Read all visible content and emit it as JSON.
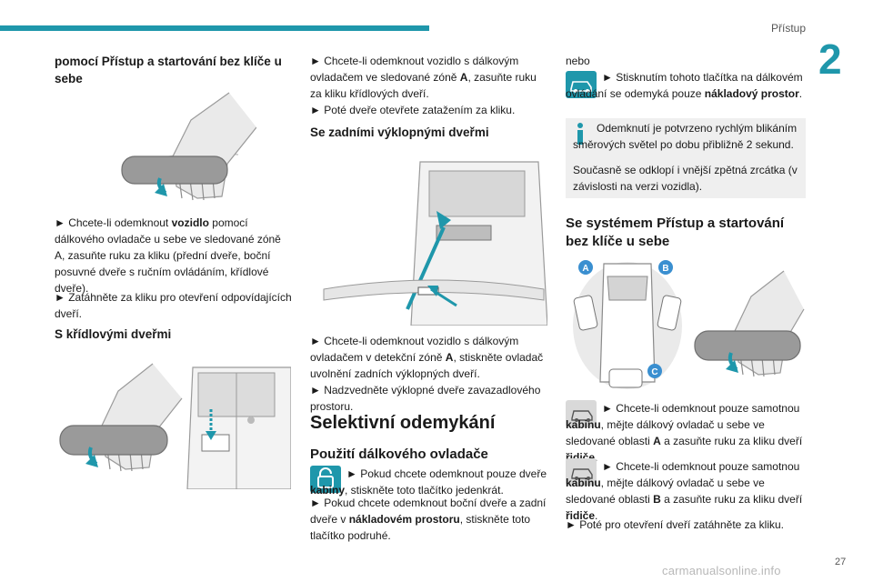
{
  "header": {
    "section": "Přístup",
    "chapter": "2",
    "page": "27"
  },
  "watermark": "carmanualsonline.info",
  "col1": {
    "heading": "pomocí Přístup a startování bez klíče u sebe",
    "para1_a": "► Chcete-li odemknout ",
    "para1_b": "vozidlo",
    "para1_c": " pomocí dálkového ovladače u sebe ve sledované zóně A, zasuňte ruku za kliku (přední dveře, boční posuvné dveře s ručním ovládáním, křídlové dveře).",
    "para2": "► Zatáhněte za kliku pro otevření odpovídajících dveří.",
    "heading2": "S křídlovými dveřmi"
  },
  "col2": {
    "para1_a": "► Chcete-li odemknout vozidlo s dálkovým ovladačem ve sledované zóně ",
    "para1_b": "A",
    "para1_c": ", zasuňte ruku za kliku křídlových dveří.",
    "para2": "► Poté dveře otevřete zatažením za kliku.",
    "heading": "Se zadními výklopnými dveřmi",
    "para3_a": "► Chcete-li odemknout vozidlo s dálkovým ovladačem v detekční zóně ",
    "para3_b": "A",
    "para3_c": ", stiskněte ovladač uvolnění zadních výklopných dveří.",
    "para4": "► Nadzvedněte výklopné dveře zavazadlového prostoru.",
    "big_heading": "Selektivní odemykání",
    "sub_heading": "Použití dálkového ovladače",
    "para5_a": "► Pokud chcete odemknout pouze dveře ",
    "para5_b": "kabiny",
    "para5_c": ", stiskněte toto tlačítko jedenkrát.",
    "para6_a": "► Pokud chcete odemknout boční dveře a zadní dveře v ",
    "para6_b": "nákladovém prostoru",
    "para6_c": ", stiskněte toto tlačítko podruhé."
  },
  "col3": {
    "nebo": "nebo",
    "para1_a": "► Stisknutím tohoto tlačítka na dálkovém ovládání se odemyká pouze ",
    "para1_b": "nákladový prostor",
    "para1_c": ".",
    "info1": "Odemknutí je potvrzeno rychlým blikáním směrových světel po dobu přibližně 2 sekund.",
    "info2": "Současně se odklopí i vnější zpětná zrcátka (v závislosti na verzi vozidla).",
    "heading": "Se systémem Přístup a startování bez klíče u sebe",
    "zone_a": "A",
    "zone_b": "B",
    "zone_c": "C",
    "para2_a": "► Chcete-li odemknout pouze samotnou ",
    "para2_b": "kabinu",
    "para2_c": ", mějte dálkový ovladač u sebe ve sledované oblasti ",
    "para2_d": "A",
    "para2_e": " a zasuňte ruku za kliku dveří ",
    "para2_f": "řidiče",
    "para2_g": ".",
    "para3_a": "► Chcete-li odemknout pouze samotnou ",
    "para3_b": "kabinu",
    "para3_c": ", mějte dálkový ovladač u sebe ve sledované oblasti ",
    "para3_d": "B",
    "para3_e": " a zasuňte ruku za kliku dveří ",
    "para3_f": "řidiče",
    "para3_g": ".",
    "para4": "► Poté pro otevření dveří zatáhněte za kliku."
  },
  "colors": {
    "accent": "#1f97ab",
    "info_bg": "#efefef",
    "zone_badge": "#3a8fd0"
  }
}
